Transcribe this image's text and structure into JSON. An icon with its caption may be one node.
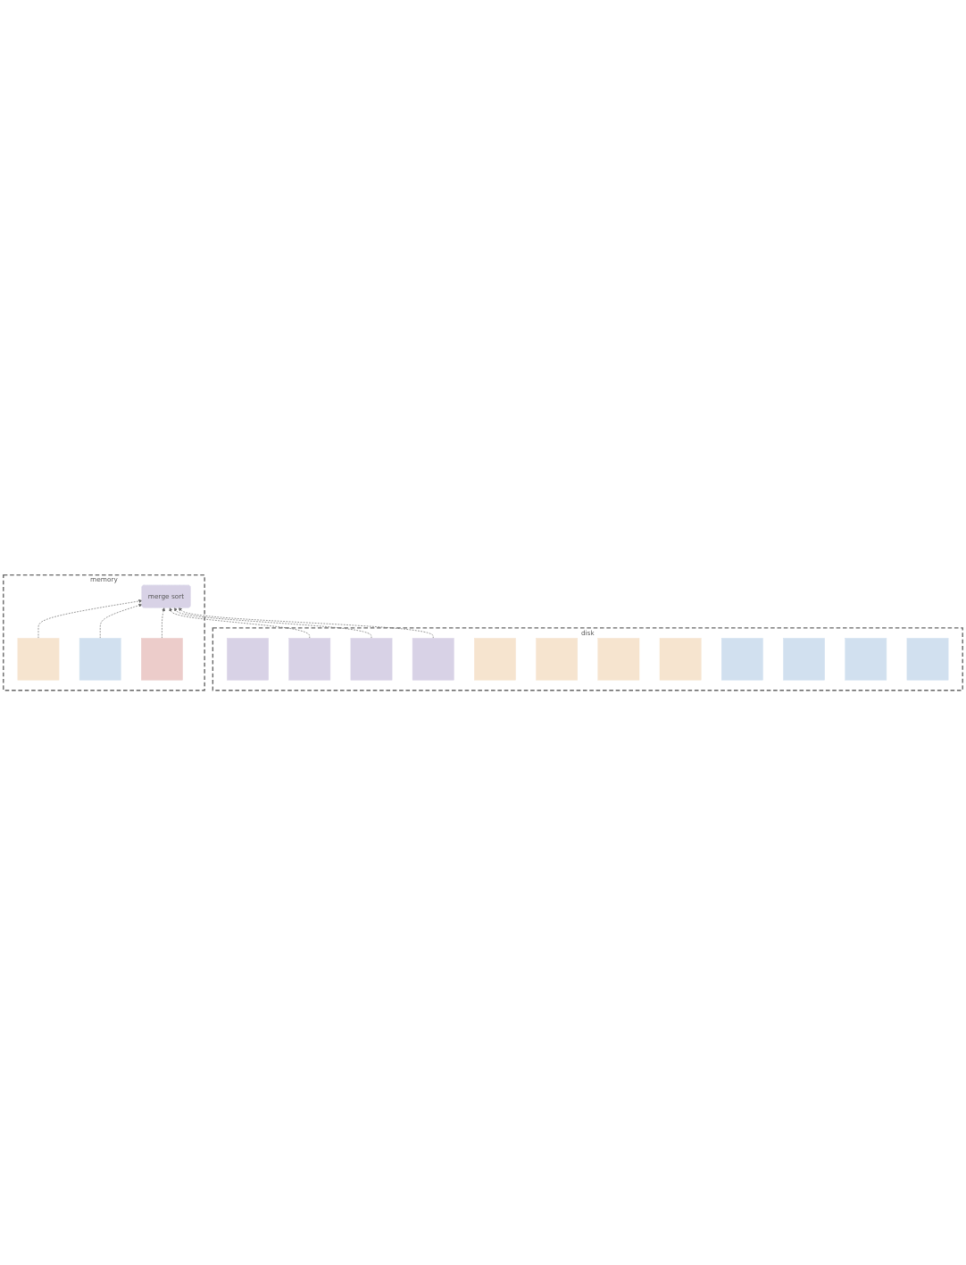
{
  "diagram": {
    "nodes": [
      {
        "text": [
          "memory"
        ]
      },
      {
        "text": [
          "merge sort"
        ],
        "in": 0
      },
      {
        "text": [],
        "shape": "box",
        "in": 0
      },
      {
        "text": [],
        "shape": "box",
        "in": 0
      },
      {
        "text": [],
        "shape": "box",
        "in": 0
      },
      {
        "text": [
          "disk"
        ]
      },
      {
        "text": [],
        "shape": "box",
        "in": 5
      },
      {
        "text": [],
        "shape": "box",
        "in": 5
      },
      {
        "text": [],
        "shape": "box",
        "in": 5
      },
      {
        "text": [],
        "shape": "box",
        "in": 5
      },
      {
        "text": [],
        "shape": "box",
        "in": 5
      },
      {
        "text": [],
        "shape": "box",
        "in": 5
      },
      {
        "text": [],
        "shape": "box",
        "in": 5
      },
      {
        "text": [],
        "shape": "box",
        "in": 5
      },
      {
        "text": [],
        "shape": "box",
        "in": 5
      },
      {
        "text": [],
        "shape": "box",
        "in": 5
      },
      {
        "text": [],
        "shape": "box",
        "in": 5
      },
      {
        "text": [],
        "shape": "box",
        "in": 5
      }
    ],
    "edges": [
      {
        "from": 2,
        "to": 1,
        "arrow": "to",
        "style": "dashed"
      },
      {
        "from": 3,
        "to": 1,
        "arrow": "to",
        "style": "dashed"
      },
      {
        "from": 4,
        "to": 1,
        "arrow": "to",
        "style": "dashed"
      },
      {
        "from": 7,
        "to": 1,
        "arrow": "to",
        "style": "dashed"
      },
      {
        "from": 8,
        "to": 1,
        "arrow": "to",
        "style": "dashed"
      },
      {
        "from": 9,
        "to": 1,
        "arrow": "to",
        "style": "dashed"
      }
    ]
  }
}
